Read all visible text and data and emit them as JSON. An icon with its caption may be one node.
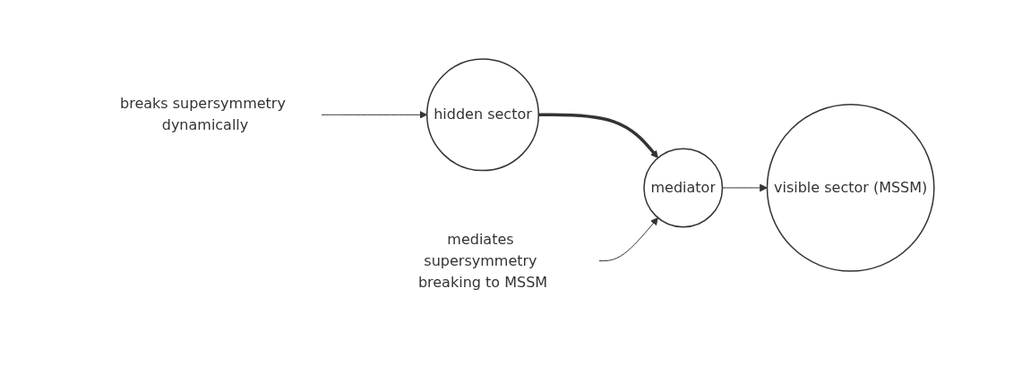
{
  "diagram": {
    "nodes": [
      {
        "text": [
          "hidden sector"
        ]
      },
      {
        "text": [
          "mediator"
        ]
      },
      {
        "text": [
          "visible sector (MSSM)"
        ]
      },
      {
        "text": [
          "breaks supersymmetry dynamically"
        ]
      },
      {
        "text": [
          "mediates supersymmetry breaking to MSSM"
        ]
      }
    ],
    "edges": [
      {
        "from": 0,
        "to": 1,
        "arrow": "to",
        "style": "thick"
      },
      {
        "from": 1,
        "to": 2,
        "arrow": "to"
      },
      {
        "from": 3,
        "to": 0,
        "arrow": "to"
      },
      {
        "from": 4,
        "to": 1,
        "arrow": "to"
      }
    ]
  }
}
